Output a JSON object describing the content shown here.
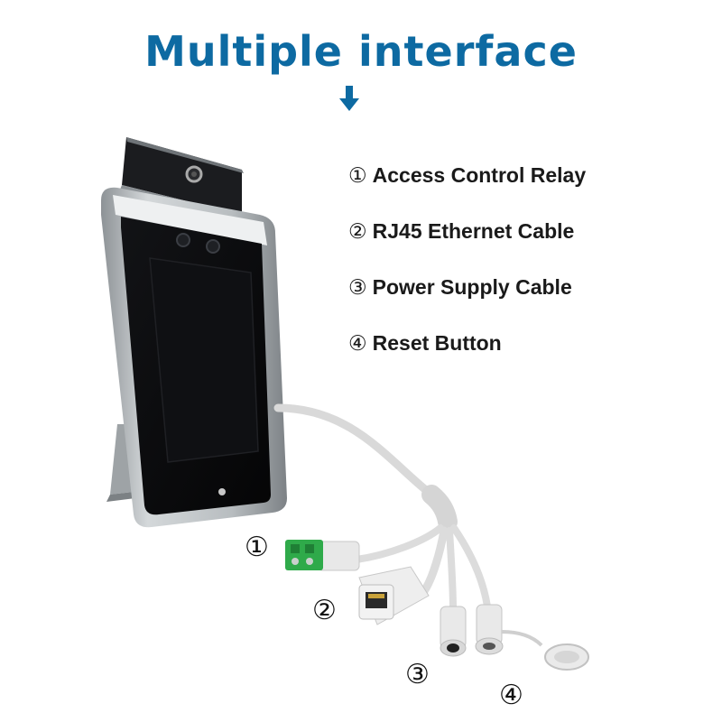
{
  "title": "Multiple interface",
  "colors": {
    "title": "#0d6aa2",
    "arrow": "#0d6aa2",
    "terminal_block": "#2faa4a"
  },
  "legend": [
    {
      "num": "①",
      "label": "Access Control Relay"
    },
    {
      "num": "②",
      "label": "RJ45 Ethernet Cable"
    },
    {
      "num": "③",
      "label": "Power Supply Cable"
    },
    {
      "num": "④",
      "label": "Reset Button"
    }
  ],
  "callouts": [
    "①",
    "②",
    "③",
    "④"
  ],
  "icons": {
    "arrow": "down-arrow-icon"
  }
}
